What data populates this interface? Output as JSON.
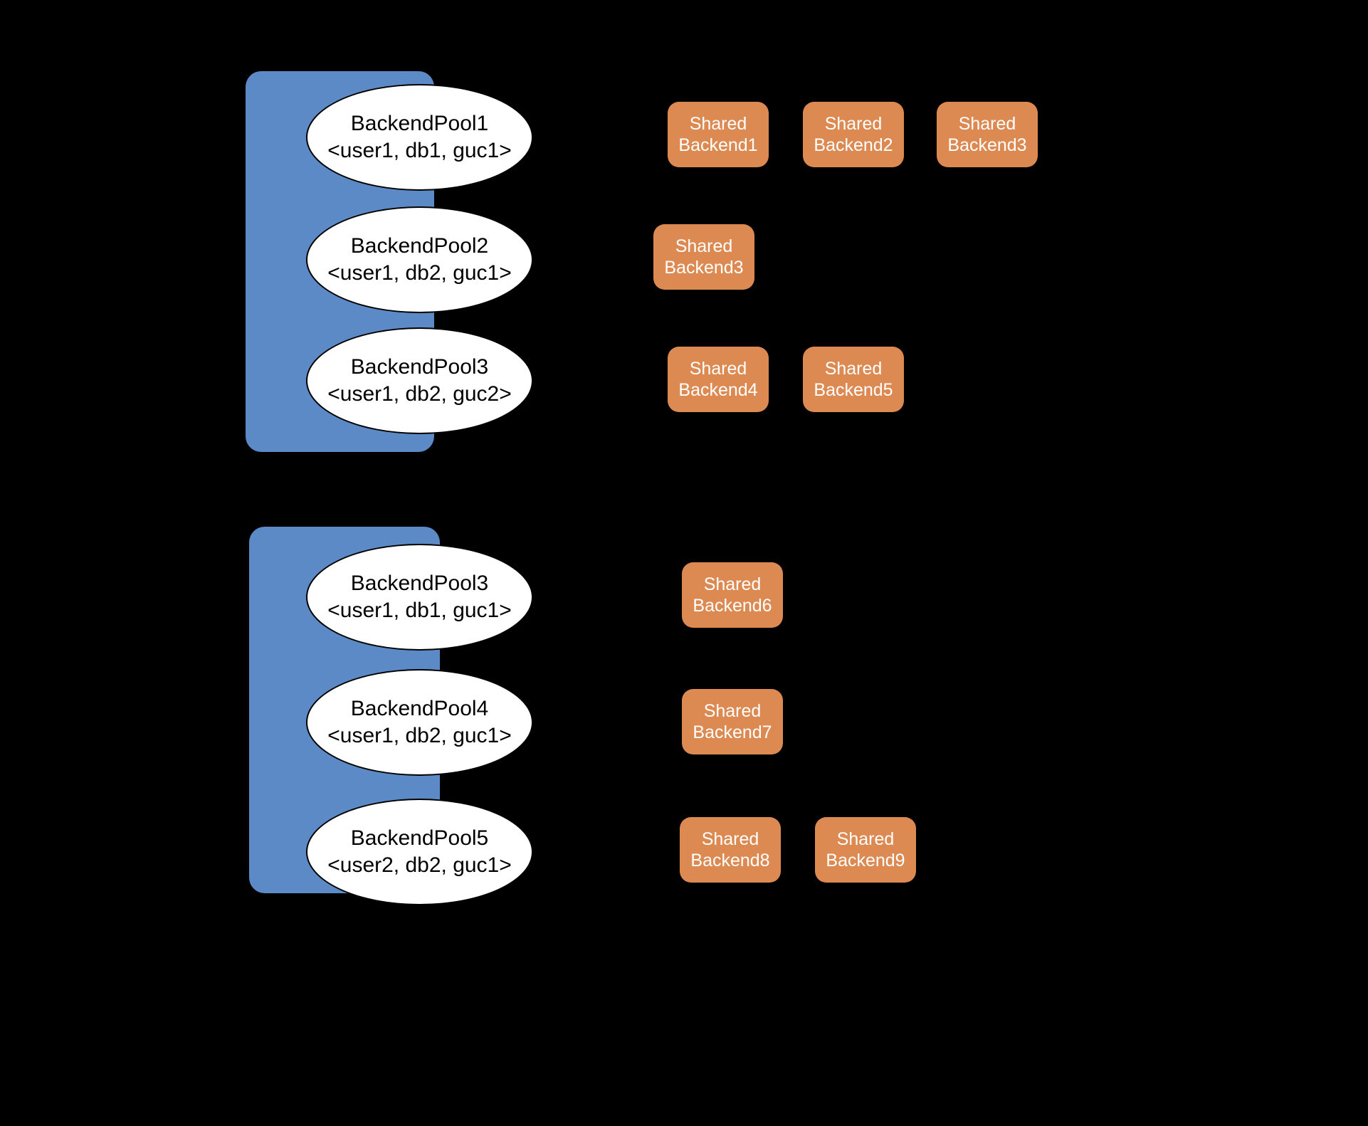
{
  "colors": {
    "background": "#000000",
    "pool_group_fill": "#5B8AC7",
    "pool_ellipse_fill": "#FFFFFF",
    "pool_ellipse_text": "#000000",
    "backend_fill": "#DC8A52",
    "backend_text": "#FFFFFF"
  },
  "sections": [
    {
      "pools": [
        {
          "name": "BackendPool1",
          "params": "<user1, db1, guc1>"
        },
        {
          "name": "BackendPool2",
          "params": "<user1, db2, guc1>"
        },
        {
          "name": "BackendPool3",
          "params": "<user1, db2, guc2>"
        }
      ],
      "backends": [
        {
          "label": "Shared Backend1"
        },
        {
          "label": "Shared Backend2"
        },
        {
          "label": "Shared Backend3"
        },
        {
          "label": "Shared Backend3"
        },
        {
          "label": "Shared Backend4"
        },
        {
          "label": "Shared Backend5"
        }
      ]
    },
    {
      "pools": [
        {
          "name": "BackendPool3",
          "params": "<user1, db1, guc1>"
        },
        {
          "name": "BackendPool4",
          "params": "<user1, db2, guc1>"
        },
        {
          "name": "BackendPool5",
          "params": "<user2, db2, guc1>"
        }
      ],
      "backends": [
        {
          "label": "Shared Backend6"
        },
        {
          "label": "Shared Backend7"
        },
        {
          "label": "Shared Backend8"
        },
        {
          "label": "Shared Backend9"
        }
      ]
    }
  ]
}
